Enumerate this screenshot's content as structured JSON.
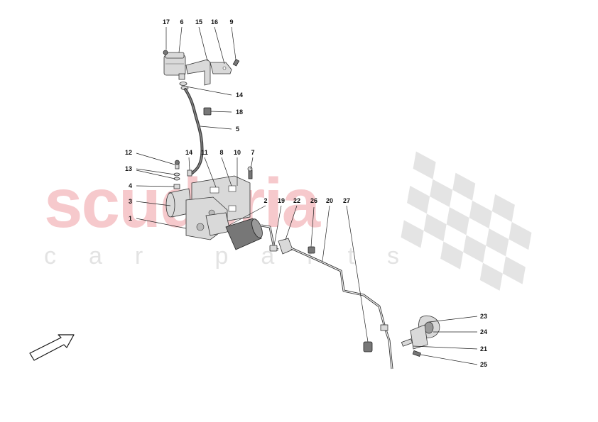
{
  "watermark": {
    "main": "scuderia",
    "sub": "car parts"
  },
  "colors": {
    "watermark_main": "#f6c9cc",
    "watermark_sub": "#e3e3e3",
    "checker": "#e4e4e4",
    "line": "#222222"
  },
  "callouts": [
    "17",
    "6",
    "15",
    "16",
    "9",
    "14",
    "18",
    "5",
    "12",
    "14",
    "11",
    "8",
    "10",
    "7",
    "13",
    "4",
    "3",
    "1",
    "2",
    "19",
    "22",
    "26",
    "20",
    "27",
    "23",
    "24",
    "21",
    "25"
  ]
}
